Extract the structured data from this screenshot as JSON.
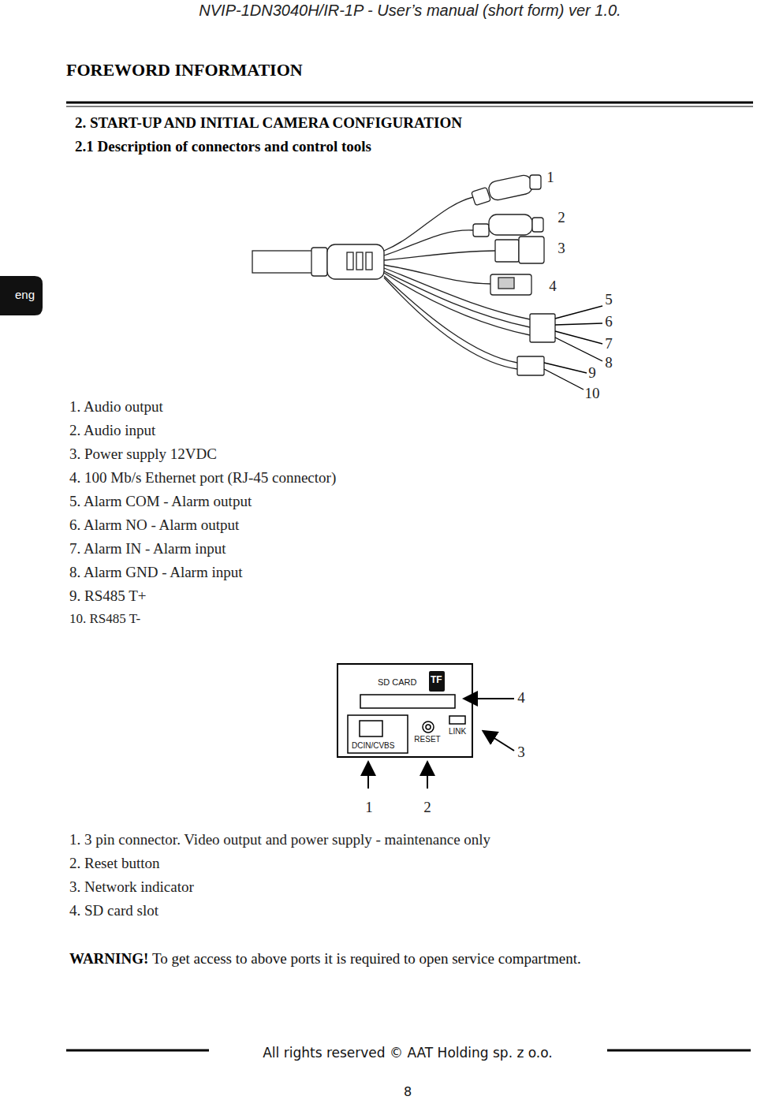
{
  "diagram": {
    "title": "FOREWORD INFORMATION",
    "nodes": [
      {
        "text": [
          "SD CARD"
        ]
      },
      {
        "text": [
          "TF"
        ],
        "in": 0
      },
      {
        "text": [
          "DCIN/CVBS"
        ],
        "in": 0
      }
    ],
    "labels": [
      "NVIP-1DN3040H/IR-1P - User’s manual (short form) ver 1.0.",
      "2. START-UP AND INITIAL CAMERA CONFIGURATION",
      "2.1 Description of connectors and control tools",
      "eng",
      "1",
      "2",
      "3",
      "4",
      "5",
      "6",
      "7",
      "8",
      "9",
      "10",
      "1. Audio output",
      "2. Audio input",
      "3. Power supply 12VDC",
      "4. 100 Mb/s Ethernet port (RJ-45 connector)",
      "5. Alarm COM - Alarm output",
      "6. Alarm NO - Alarm output",
      "7. Alarm IN - Alarm input",
      "8. Alarm GND - Alarm input",
      "9. RS485 T+",
      "10. RS485 T-",
      "4",
      "3",
      "1",
      "2",
      "1. 3 pin connector. Video output and power supply - maintenance only",
      "2. Reset button",
      "3. Network indicator",
      "4. SD card slot",
      "RESET",
      "LINK",
      "WARNING!",
      "To get access to above ports it is required to open service compartment.",
      "All rights reserved © AAT Holding sp. z o.o.",
      "8"
    ]
  }
}
